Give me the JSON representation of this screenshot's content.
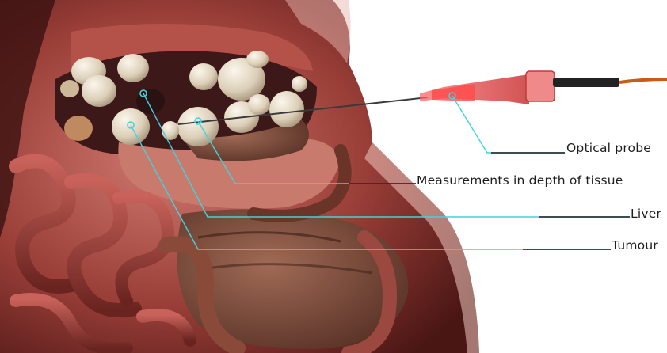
{
  "labels": {
    "optical_probe": "Optical probe",
    "measurements": "Measurements in depth of tissue",
    "liver": "Liver",
    "tumour": "Tumour"
  },
  "colors": {
    "background": "#ffffff",
    "leader_line": "#3fd4de",
    "label_underline": "#1a1a1a",
    "label_text": "#1e1e1e",
    "tissue_dark": "#5a1e1c",
    "tissue_mid": "#a84a42",
    "tissue_light": "#d88a80",
    "liver": "#7a4a3a",
    "nodule": "#e6dccb",
    "probe_tip": "#e23a3a",
    "probe_cable": "#c85a1e"
  },
  "icons": {
    "probe": "optical-probe-icon",
    "marker": "ring-marker-icon"
  }
}
